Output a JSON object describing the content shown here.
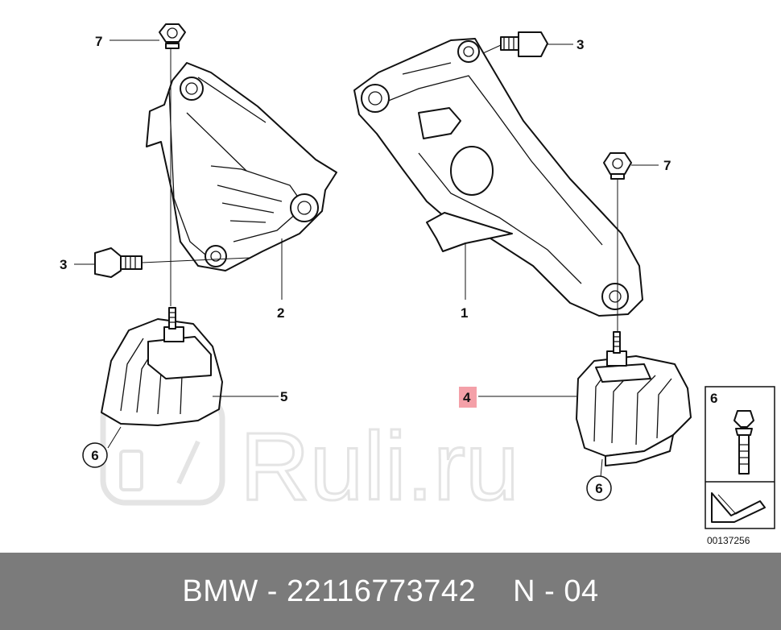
{
  "callouts": {
    "c7_left": "7",
    "c3_top_right": "3",
    "c7_right": "7",
    "c3_left": "3",
    "c2": "2",
    "c1": "1",
    "c5": "5",
    "c4": "4",
    "c6_left": "6",
    "c6_right": "6"
  },
  "legend": {
    "number": "6"
  },
  "diagram_id": "00137256",
  "watermark": "Ruli.ru",
  "footer": {
    "part": "BMW - 22116773742",
    "page": "N - 04"
  },
  "colors": {
    "footer_bg": "#7b7b7b",
    "highlight": "#f4a0a8",
    "watermark": "#e6e6e6"
  }
}
